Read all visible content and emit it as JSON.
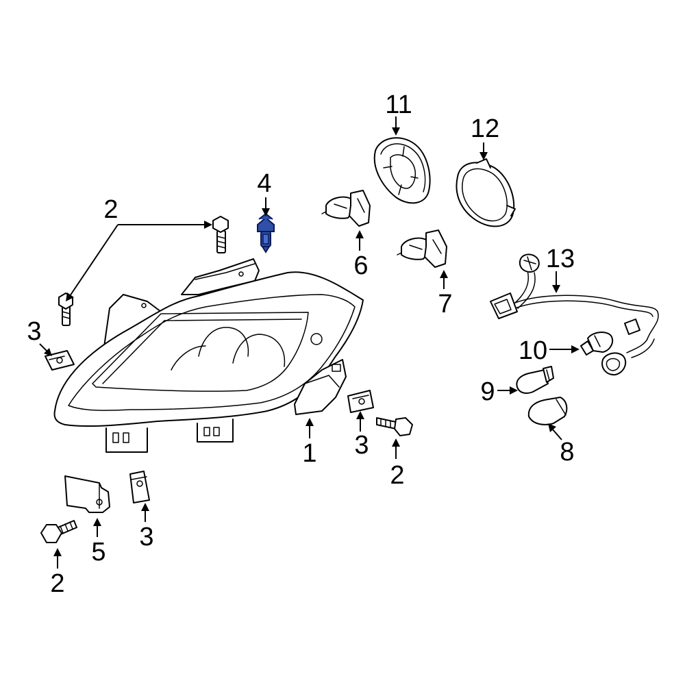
{
  "colors": {
    "line": "#000000",
    "background": "#ffffff",
    "highlight": "#2f4fa8"
  },
  "highlighted_part": "4",
  "callouts": {
    "c1": "1",
    "c2a": "2",
    "c2b": "2",
    "c2c": "2",
    "c3a": "3",
    "c3b": "3",
    "c3c": "3",
    "c4": "4",
    "c5": "5",
    "c6": "6",
    "c7": "7",
    "c8": "8",
    "c9": "9",
    "c10": "10",
    "c11": "11",
    "c12": "12",
    "c13": "13"
  }
}
